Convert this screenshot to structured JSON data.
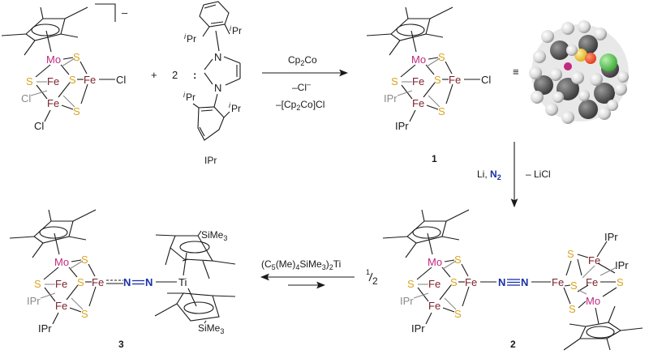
{
  "colors": {
    "mo": "#c0297f",
    "fe": "#7a1f2b",
    "s": "#d9a520",
    "n2": "#1a2fa8",
    "cl_sphere": "#4cc94c",
    "bond": "#1a1a1a",
    "back_bond": "#8a8a8a"
  },
  "atoms": {
    "mo": "Mo",
    "fe": "Fe",
    "s": "S",
    "cl": "Cl",
    "n": "N",
    "ti": "Ti",
    "ipr_ligand": "IPr",
    "sime3": "SiMe",
    "sime3_sub": "3"
  },
  "starting_material": {
    "charge": "–",
    "plus": "+"
  },
  "ipr_reagent": {
    "coefficient": "2",
    "name": "IPr",
    "ipr_group": "Pr",
    "ipr_prefix": "i",
    "carbene_lone_pair": ":",
    "nitrogen": "N"
  },
  "step1": {
    "reagent": "Cp",
    "reagent_sub": "2",
    "reagent_end": "Co",
    "byproduct1": "–Cl",
    "byproduct1_sup": "–",
    "byproduct2_a": "–[Cp",
    "byproduct2_sub": "2",
    "byproduct2_b": "Co]Cl"
  },
  "compound1": {
    "label": "1",
    "equiv_symbol": "≡"
  },
  "step2": {
    "reagent_a": "Li, ",
    "reagent_n": "N",
    "reagent_n_sub": "2",
    "byproduct": "– LiCl"
  },
  "compound2": {
    "label": "2"
  },
  "step3": {
    "reagent_parts": [
      "(C",
      "5",
      "(Me)",
      "4",
      "SiMe",
      "3",
      ")",
      "2",
      "Ti"
    ],
    "fraction_num": "1",
    "fraction_den": "2"
  },
  "compound3": {
    "label": "3"
  }
}
